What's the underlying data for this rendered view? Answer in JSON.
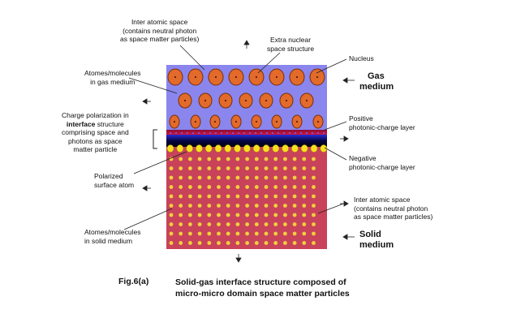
{
  "labels": {
    "inter_atomic_top": [
      "Inter atomic space",
      "(contains neutral photon",
      "as space matter particles)"
    ],
    "extra_nuclear": [
      "Extra nuclear",
      "space structure"
    ],
    "nucleus": "Nucleus",
    "gas_atoms": [
      "Atomes/molecules",
      "in gas medium"
    ],
    "gas_medium": [
      "Gas",
      "medium"
    ],
    "charge_pol_1": "Charge polarization in",
    "charge_pol_2_bold": "interface",
    "charge_pol_2_rest": " structure",
    "charge_pol_rest": [
      "comprising space and",
      "photons as space",
      "matter particle"
    ],
    "positive_layer": [
      "Positive",
      "photonic-charge layer"
    ],
    "negative_layer": [
      "Negative",
      "photonic-charge layer"
    ],
    "polarized_atom": [
      "Polarized",
      "surface atom"
    ],
    "inter_atomic_bottom": [
      "Inter atomic space",
      "(contains neutral photon",
      "as space matter particles)"
    ],
    "solid_atoms": [
      "Atomes/molecules",
      "in solid medium"
    ],
    "solid_medium": [
      "Solid",
      "medium"
    ]
  },
  "caption": {
    "fig": "Fig.6(a)",
    "line1": "Solid-gas interface structure composed of",
    "line2": "micro-micro domain space matter particles"
  },
  "colors": {
    "gas_bg": "#8a86ee",
    "nucleus_fill": "#e26a2a",
    "nucleus_stroke": "#7a2d08",
    "solid_bg": "#c8425a",
    "solid_dot": "#f2cf3c",
    "positive_layer": "#c0103a",
    "negative_layer": "#0a0a60",
    "surface_atom": "#f4e020"
  }
}
